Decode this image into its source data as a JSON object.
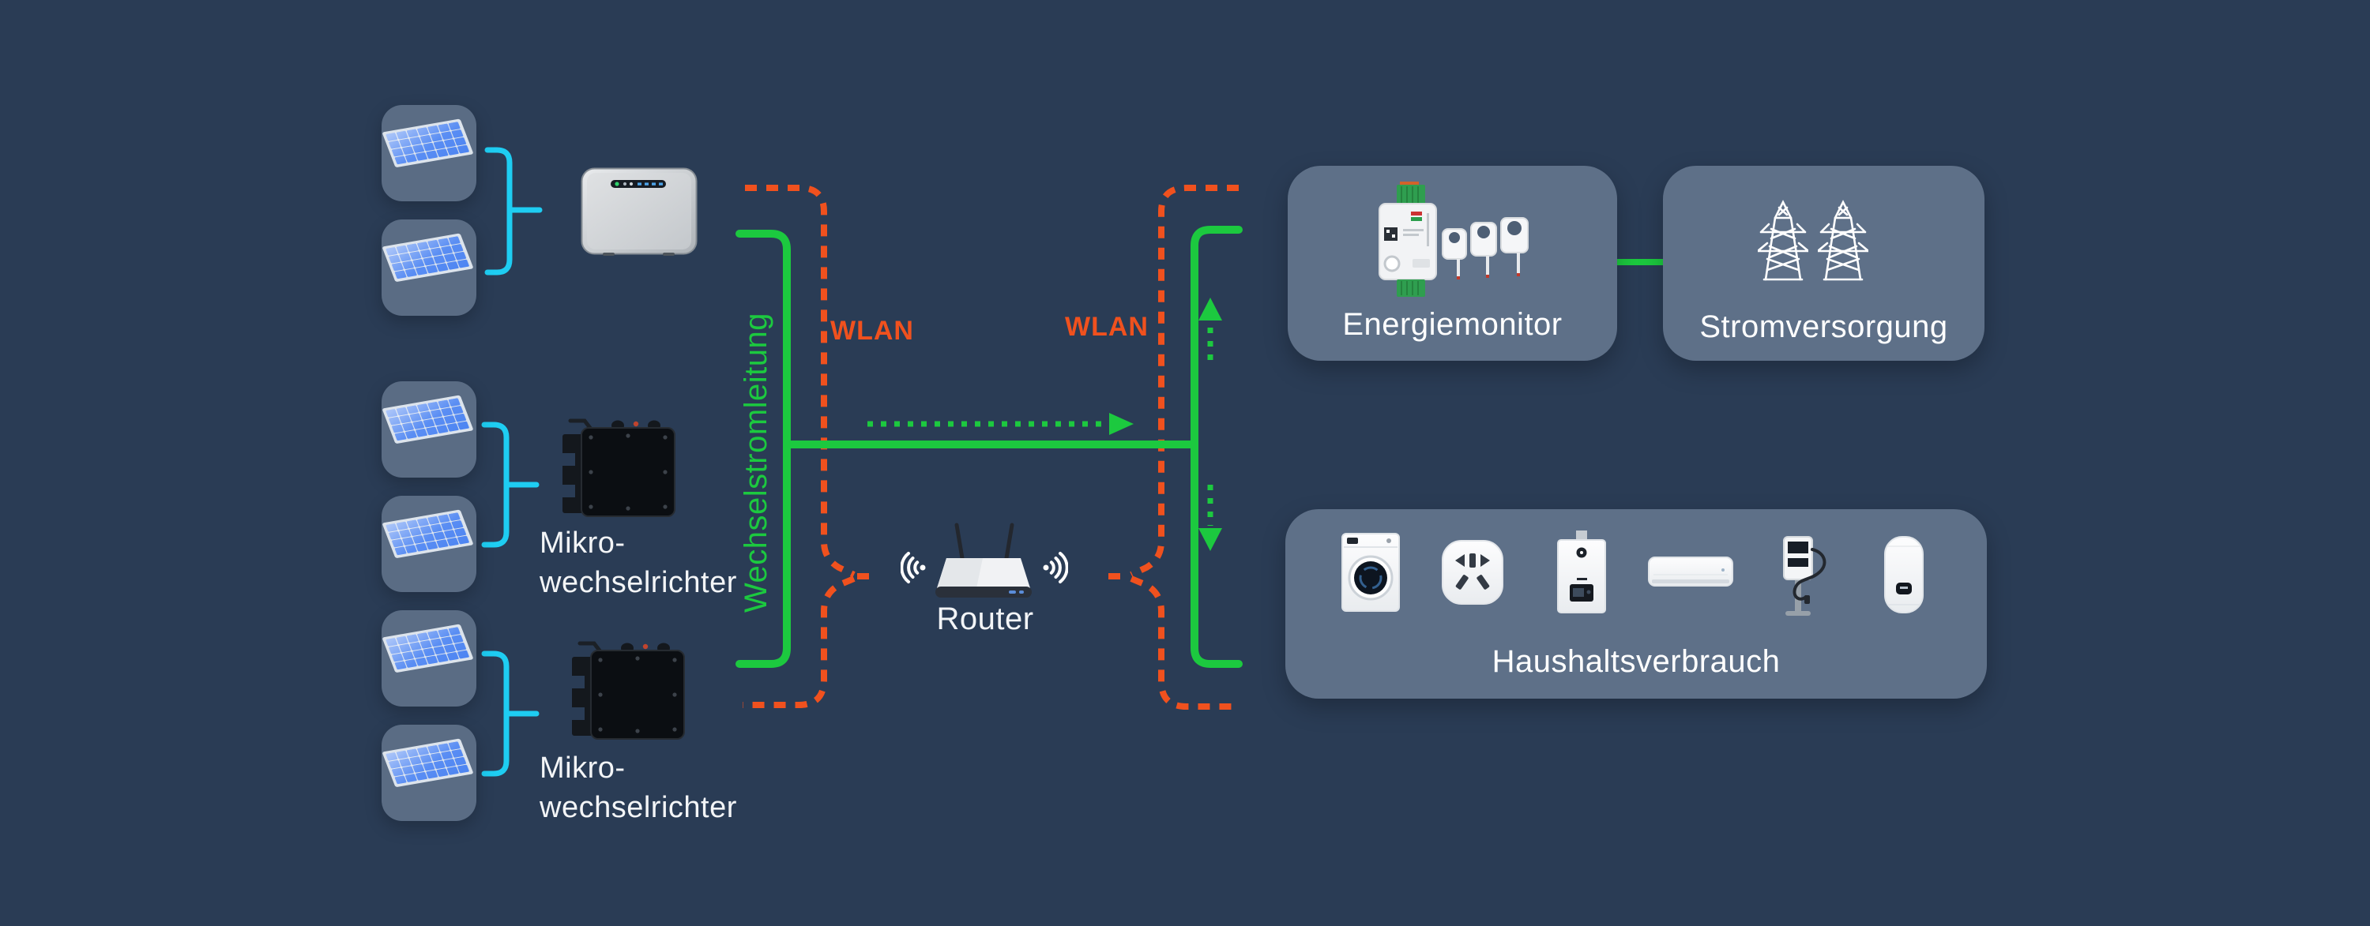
{
  "app": {
    "kind": "home-solar-energy-system-diagram",
    "language": "de"
  },
  "colors": {
    "background": "#2A3C55",
    "ac_line_green": "#1CC93F",
    "wlan_orange": "#F0511E",
    "dc_cable_cyan": "#1ECDF2",
    "panel_tile_fill": "#5A6C84",
    "box_fill": "#5E7088",
    "label_white": "#F3F5F7"
  },
  "labels": {
    "ac_power_line": "Wechselstromleitung",
    "wlan_left": "WLAN",
    "wlan_right": "WLAN",
    "router": "Router",
    "micro_inverter_1": {
      "line1": "Mikro-",
      "line2": "wechselrichter"
    },
    "micro_inverter_2": {
      "line1": "Mikro-",
      "line2": "wechselrichter"
    },
    "energy_monitor": "Energiemonitor",
    "power_supply": "Stromversorgung",
    "household_consumption": "Haushaltsverbrauch"
  },
  "icons": {
    "left_column": [
      "solar-panel-icon",
      "solar-panel-icon",
      "solar-panel-icon",
      "solar-panel-icon",
      "solar-panel-icon",
      "solar-panel-icon"
    ],
    "devices": [
      "gateway-device-icon",
      "micro-inverter-icon",
      "micro-inverter-icon",
      "router-icon",
      "wifi-waves-left-icon",
      "wifi-waves-right-icon"
    ],
    "energy_monitor_box": [
      "din-rail-meter-icon",
      "ct-clamp-icon",
      "ct-clamp-icon",
      "ct-clamp-icon"
    ],
    "power_supply_box": [
      "transmission-tower-icon",
      "transmission-tower-icon"
    ],
    "household_box": [
      "washing-machine-icon",
      "power-socket-icon",
      "gas-water-heater-icon",
      "air-conditioner-icon",
      "ev-charger-icon",
      "electric-water-heater-icon"
    ]
  },
  "connections": {
    "solid_green": "AC power line between inverters, gateway, energy monitor side and household side",
    "dashed_green_arrows": [
      "right-arrow-on-main-line",
      "up-arrow-right-branch",
      "down-arrow-right-branch"
    ],
    "dashed_orange": "WLAN links converging on router from both sides",
    "cyan_brackets": "DC pairs of solar panels feeding each inverter / gateway"
  }
}
